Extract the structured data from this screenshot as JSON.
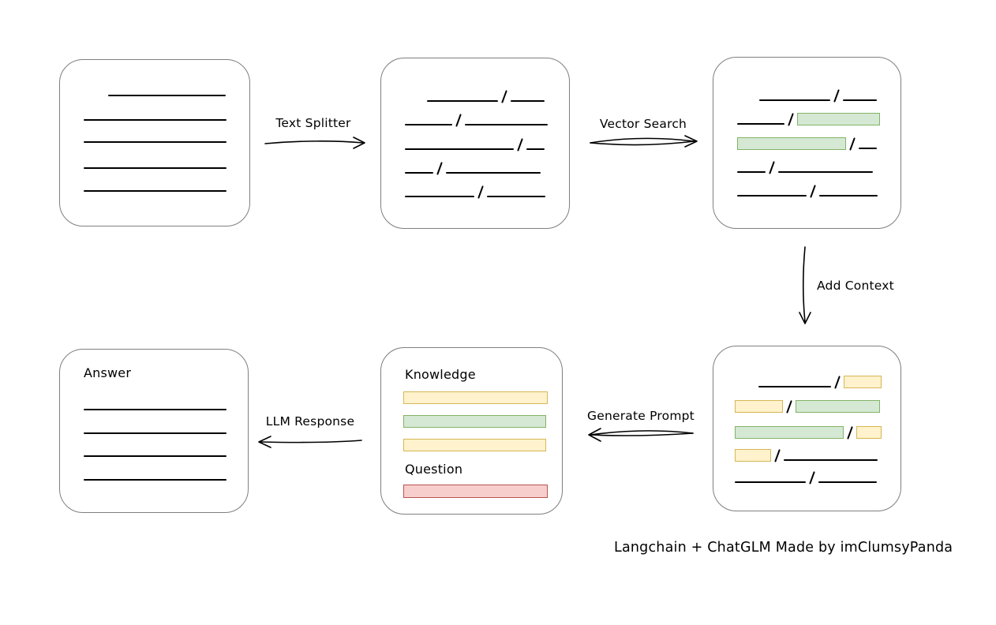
{
  "diagram": {
    "caption": "Langchain + ChatGLM Made by imClumsyPanda",
    "nodes": {
      "source_document": {
        "description": "document-with-text-lines"
      },
      "split_chunks": {
        "description": "text-split-into-chunks"
      },
      "matched_chunks": {
        "description": "chunks-with-vector-search-matches-highlighted-green"
      },
      "context_chunks": {
        "description": "chunks-with-context-added-green-and-yellow-highlights"
      },
      "prompt": {
        "knowledge_label": "Knowledge",
        "question_label": "Question"
      },
      "answer": {
        "label": "Answer"
      }
    },
    "edges": {
      "text_splitter": {
        "label": "Text Splitter",
        "direction": "right"
      },
      "vector_search": {
        "label": "Vector Search",
        "direction": "right"
      },
      "add_context": {
        "label": "Add Context",
        "direction": "down"
      },
      "generate_prompt": {
        "label": "Generate Prompt",
        "direction": "left"
      },
      "llm_response": {
        "label": "LLM Response",
        "direction": "left"
      }
    },
    "colors": {
      "green_fill": "#d5e8d4",
      "green_border": "#82b366",
      "yellow_fill": "#fff2cc",
      "yellow_border": "#d6b656",
      "red_fill": "#f8cecc",
      "red_border": "#b85450",
      "box_border": "#7f7f7f",
      "stroke": "#000000",
      "background": "#ffffff"
    }
  }
}
